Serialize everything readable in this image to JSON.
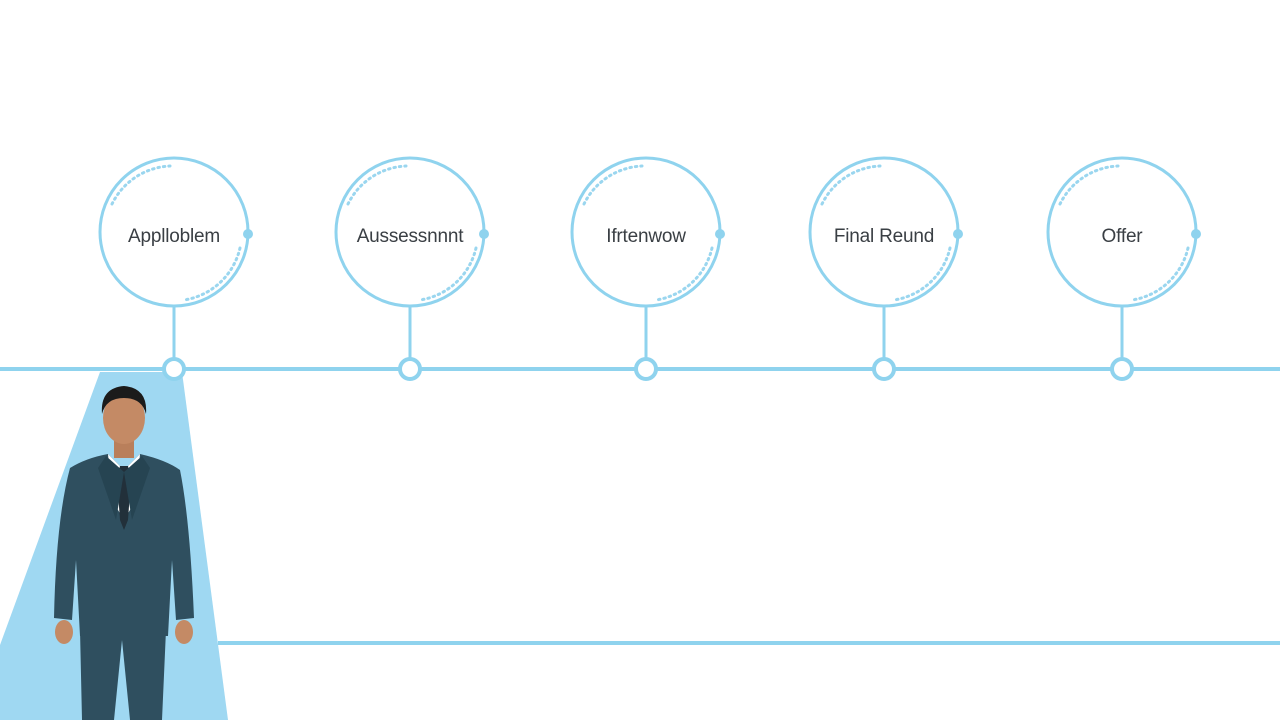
{
  "colors": {
    "line": "#8fd3ee",
    "ring": "#8fd3ee",
    "spotlight": "#9fd8f2",
    "dots": "#9ad6ef",
    "text": "#3a3f44",
    "suit": "#2f4f5f",
    "shirt": "#ffffff",
    "tie": "#22303a",
    "skin": "#c48a65",
    "hair": "#1b1b1b"
  },
  "stages": [
    {
      "label": "Applloblem"
    },
    {
      "label": "Aussessnnnt"
    },
    {
      "label": "Ifrtenwow"
    },
    {
      "label": "Final Reund"
    },
    {
      "label": "Offer"
    }
  ],
  "figure": {
    "name": "candidate-figure"
  }
}
